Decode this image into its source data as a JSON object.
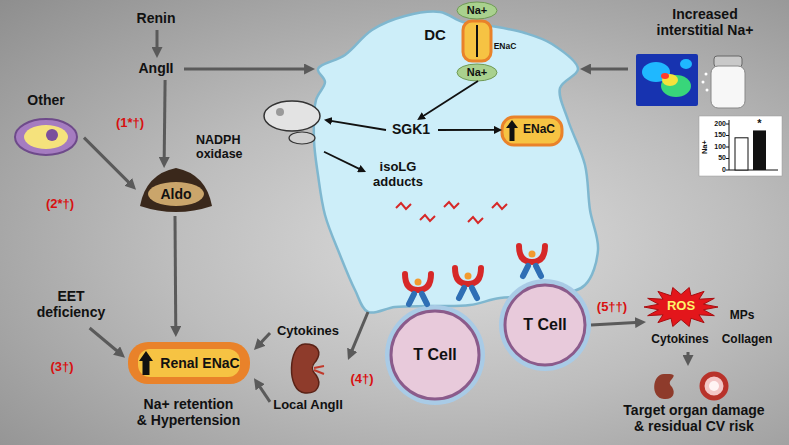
{
  "diagram": {
    "nodes": [
      {
        "text": [
          "Renin"
        ]
      },
      {
        "text": [
          "AngII"
        ]
      },
      {
        "text": [
          "DC"
        ]
      },
      {
        "text": [
          "Na+"
        ]
      },
      {
        "text": [
          "ENaC"
        ],
        "in": 2
      },
      {
        "text": [
          "Na+"
        ],
        "in": 2
      },
      {
        "text": [
          "Other"
        ]
      },
      {
        "text": [
          "NADPH oxidase"
        ]
      },
      {
        "text": [
          "SGK1"
        ],
        "in": 2
      },
      {
        "text": [
          "ENaC"
        ],
        "in": 2
      },
      {
        "text": [
          "isoLG adducts"
        ],
        "in": 2
      },
      {
        "text": [
          "Increased interstitial Na+"
        ]
      },
      {
        "text": [
          "Aldo"
        ]
      },
      {
        "text": [
          "EET deficiency"
        ]
      },
      {
        "text": [
          "Renal ENaC",
          "Na+ retention & Hypertension"
        ]
      },
      {
        "text": [
          "Cytokines",
          "Local AngII"
        ]
      },
      {
        "text": [
          "T Cell"
        ]
      },
      {
        "text": [
          "T Cell"
        ]
      },
      {
        "text": [
          "ROS",
          "MPs",
          "Cytokines",
          "Collagen"
        ]
      },
      {
        "text": [
          "Target organ damage & residual CV risk"
        ]
      }
    ],
    "edges": [
      {
        "from": 0,
        "to": 1,
        "arrow": "to"
      },
      {
        "from": 1,
        "to": 12,
        "label": "(1*†)",
        "arrow": "to"
      },
      {
        "from": 6,
        "to": 12,
        "label": "(2*†)",
        "arrow": "to"
      },
      {
        "from": 1,
        "to": 2,
        "arrow": "to"
      },
      {
        "from": 11,
        "to": 2,
        "arrow": "to"
      },
      {
        "from": 5,
        "to": 8,
        "arrow": "to"
      },
      {
        "from": 8,
        "to": 7,
        "arrow": "to"
      },
      {
        "from": 8,
        "to": 9,
        "arrow": "to"
      },
      {
        "from": 7,
        "to": 10,
        "arrow": "to"
      },
      {
        "from": 12,
        "to": 14,
        "arrow": "to"
      },
      {
        "from": 13,
        "to": 14,
        "label": "(3†)",
        "arrow": "to"
      },
      {
        "from": 15,
        "to": 14,
        "arrow": "to"
      },
      {
        "from": 15,
        "to": 14,
        "arrow": "to"
      },
      {
        "from": 2,
        "to": 15,
        "label": "(4†)",
        "arrow": "to"
      },
      {
        "from": 17,
        "to": 18,
        "label": "(5††)",
        "arrow": "to"
      },
      {
        "from": 18,
        "to": 19,
        "arrow": "to"
      }
    ],
    "labels": [
      "200",
      "150",
      "100",
      "50",
      "0",
      "Na+",
      "*"
    ]
  }
}
